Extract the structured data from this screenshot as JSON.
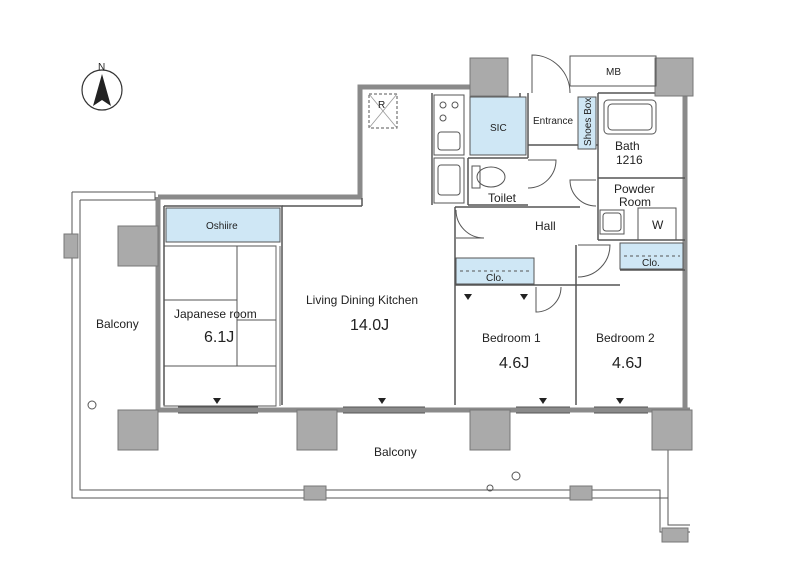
{
  "compass": {
    "label": "N"
  },
  "rooms": {
    "ldk": {
      "name": "Living Dining Kitchen",
      "size": "14.0J"
    },
    "japanese": {
      "name": "Japanese room",
      "size": "6.1J"
    },
    "bedroom1": {
      "name": "Bedroom 1",
      "size": "4.6J"
    },
    "bedroom2": {
      "name": "Bedroom 2",
      "size": "4.6J"
    },
    "bath": {
      "name": "Bath",
      "size": "1216"
    },
    "powder": {
      "line1": "Powder",
      "line2": "Room"
    },
    "hall": "Hall",
    "toilet": "Toilet",
    "sic": "SIC",
    "entrance": "Entrance",
    "shoes_box": "Shoes Box",
    "mb": "MB",
    "oshiire": "Oshiire",
    "clo1": "Clo.",
    "clo2": "Clo.",
    "washer": "W",
    "fridge": "R",
    "balcony_west": "Balcony",
    "balcony_south": "Balcony"
  },
  "colors": {
    "wall": "#aaaaaa",
    "wall_edge": "#777777",
    "storage": "#cfe7f5",
    "line": "#444444"
  }
}
